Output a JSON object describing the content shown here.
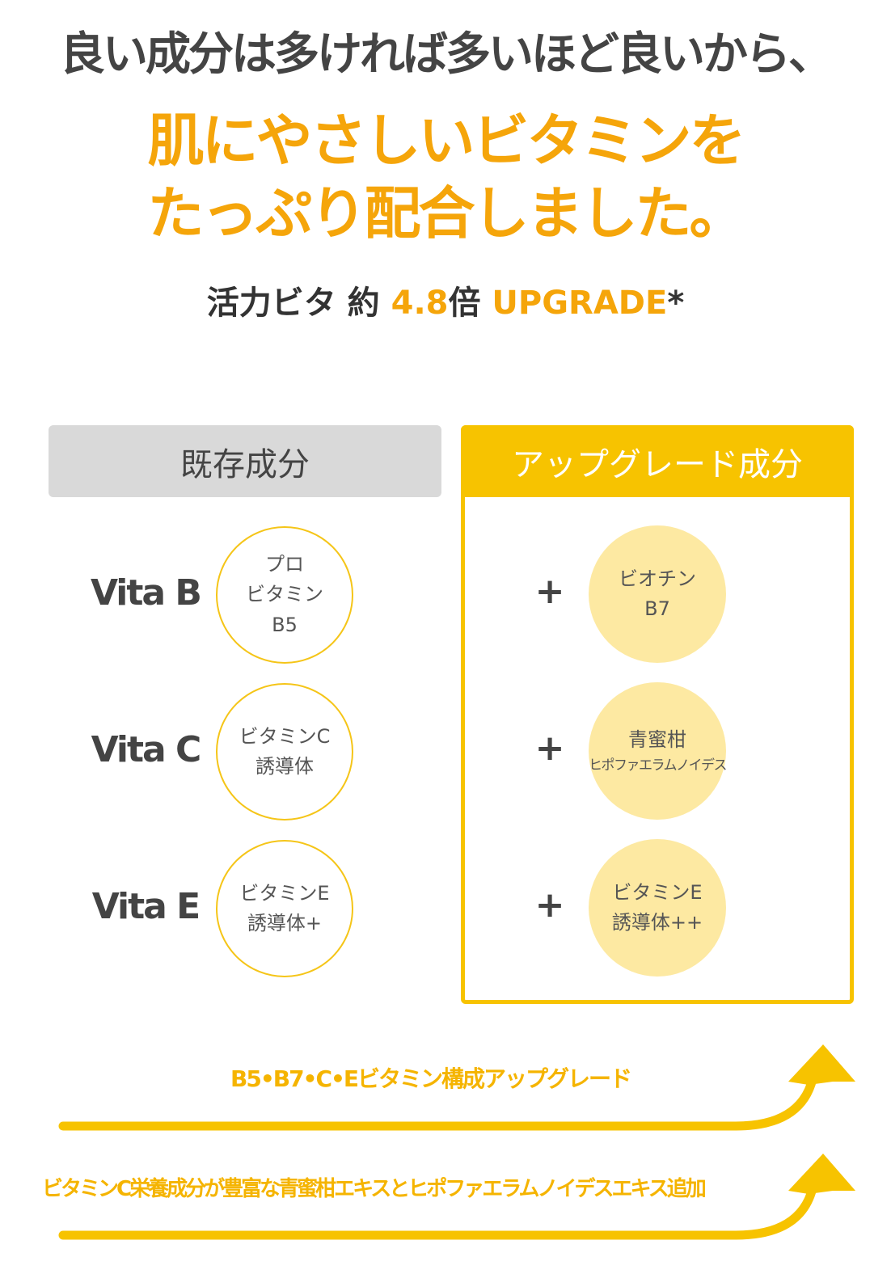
{
  "headline": {
    "line1": "良い成分は多ければ多いほど良いから、",
    "line2": "肌にやさしいビタミンを",
    "line3": "たっぷり配合しました。"
  },
  "subtitle": {
    "prefix": "活力ビタ 約 ",
    "number": "4.8",
    "times": "倍 ",
    "upgrade": "UPGRADE",
    "asterisk": "*"
  },
  "left_header": "既存成分",
  "right_header": "アップグレード成分",
  "rows": [
    {
      "label": "Vita B",
      "old": [
        "プロ",
        "ビタミン",
        "B5"
      ],
      "new": [
        "ビオチン",
        "B7"
      ],
      "plus": "+"
    },
    {
      "label": "Vita C",
      "old": [
        "ビタミンC",
        "誘導体"
      ],
      "new": [
        "青蜜柑",
        "ヒポファエラムノイデス"
      ],
      "plus": "+"
    },
    {
      "label": "Vita E",
      "old": [
        "ビタミンE",
        "誘導体+"
      ],
      "new": [
        "ビタミンE",
        "誘導体++"
      ],
      "plus": "+"
    }
  ],
  "arrows": [
    {
      "text": "B5•B7•C•Eビタミン構成アップグレード"
    },
    {
      "text": "ビタミンC栄養成分が豊富な青蜜柑エキスとヒポファエラムノイデスエキス追加"
    }
  ],
  "colors": {
    "accent": "#f7c300",
    "orange_text": "#f5a50a",
    "circle_fill": "#fde9a2",
    "gray": "#d9d9d9"
  }
}
